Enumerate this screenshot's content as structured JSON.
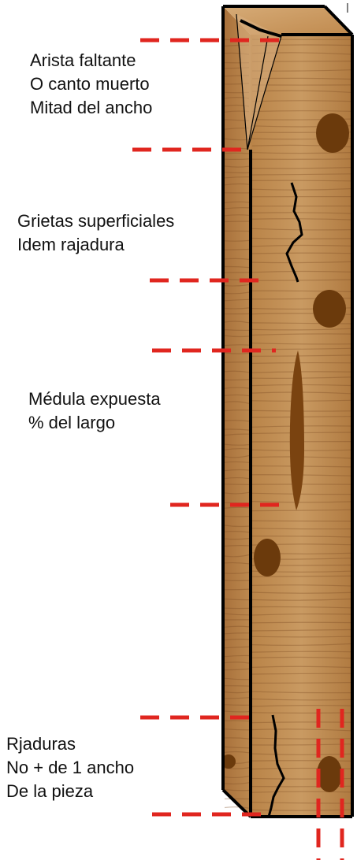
{
  "annotations": [
    {
      "id": "arista",
      "lines": [
        "Arista faltante",
        "O canto muerto",
        "Mitad del ancho"
      ]
    },
    {
      "id": "grietas",
      "lines": [
        "Grietas superficiales",
        "Idem rajadura"
      ]
    },
    {
      "id": "medula",
      "lines": [
        "Médula expuesta",
        "% del largo"
      ]
    },
    {
      "id": "rajaduras",
      "lines": [
        "Rjaduras",
        "No + de 1 ancho",
        "De la pieza"
      ]
    }
  ],
  "colors": {
    "wood_light": "#c99a62",
    "wood_mid": "#a8703a",
    "wood_dark": "#8a5426",
    "grain": "#7a4a22",
    "knot": "#6b3a0c",
    "outline": "#000000",
    "marker_dash": "#e0261f",
    "text": "#111111"
  }
}
